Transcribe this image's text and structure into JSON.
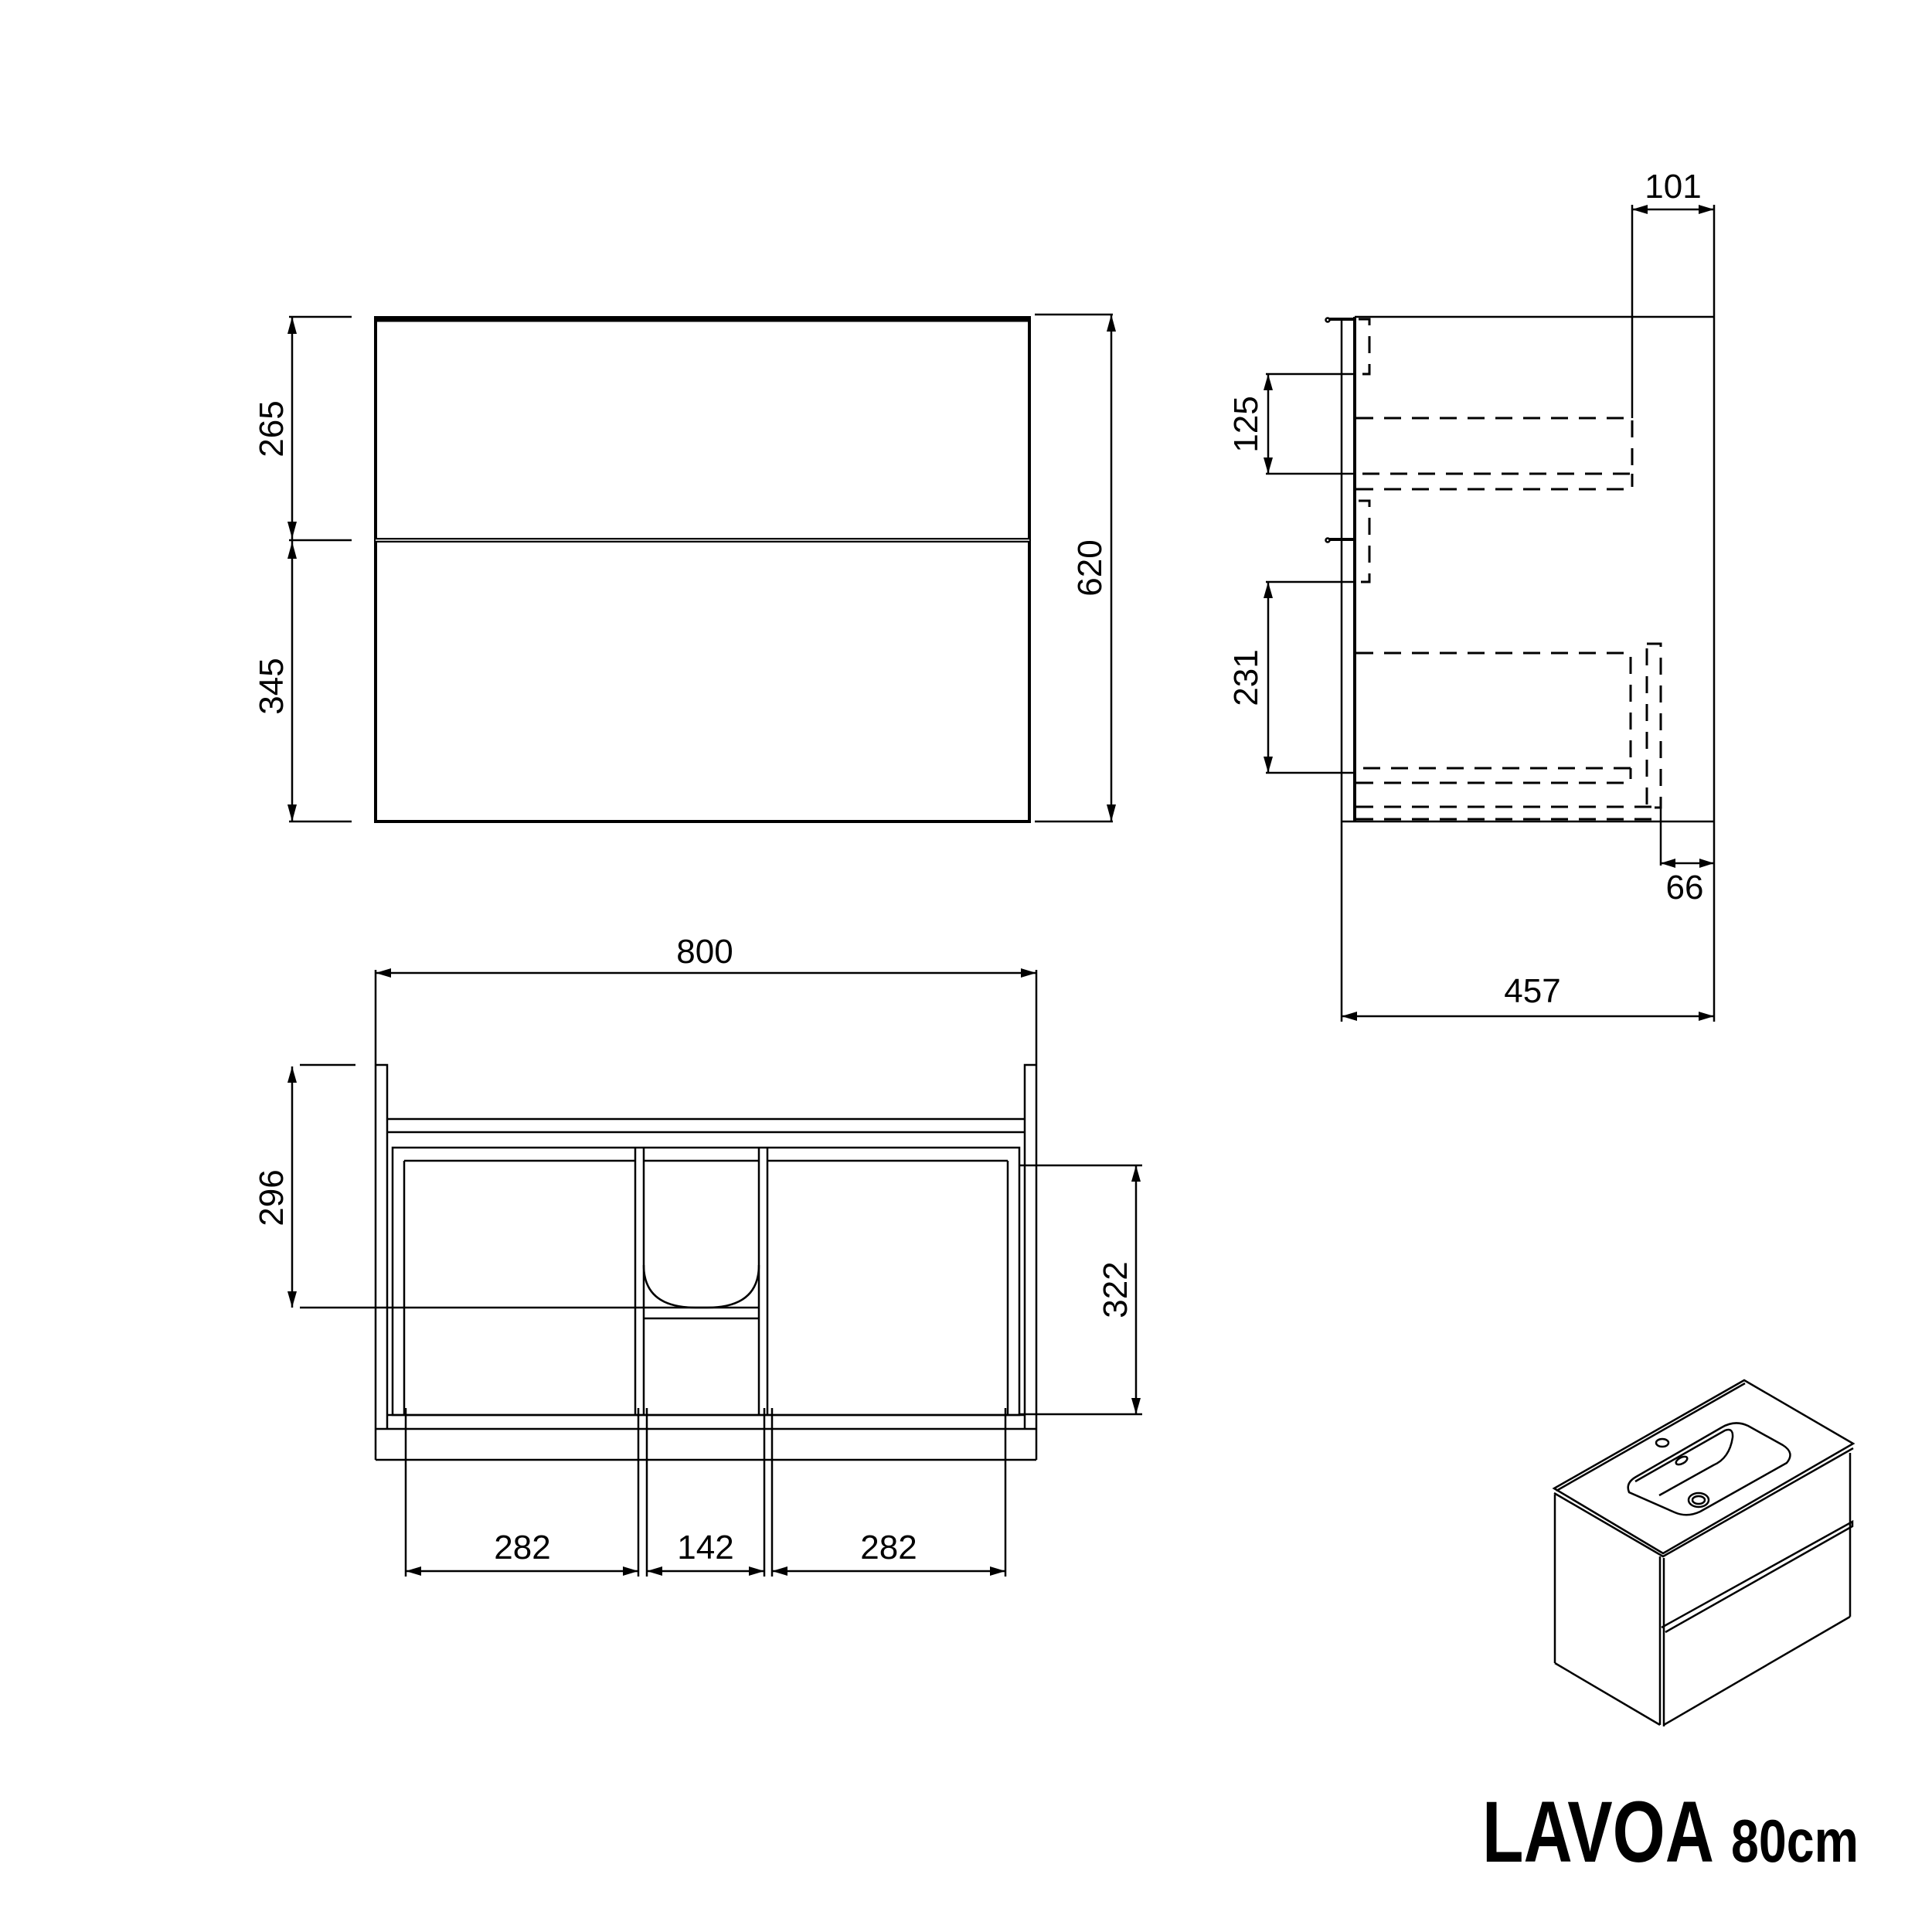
{
  "title": {
    "product": "LAVOA",
    "size": "80cm"
  },
  "front_view": {
    "total_height": "620",
    "top_drawer_height": "265",
    "bottom_drawer_height": "345"
  },
  "side_view": {
    "depth": "457",
    "basin_overhang": "101",
    "back_offset": "66",
    "top_drawer_inner": "125",
    "bottom_drawer_inner": "231"
  },
  "top_view": {
    "width": "800",
    "depth_to_siphon": "296",
    "drawer_depth": "322",
    "left_compartment": "282",
    "center_compartment": "142",
    "right_compartment": "282"
  }
}
